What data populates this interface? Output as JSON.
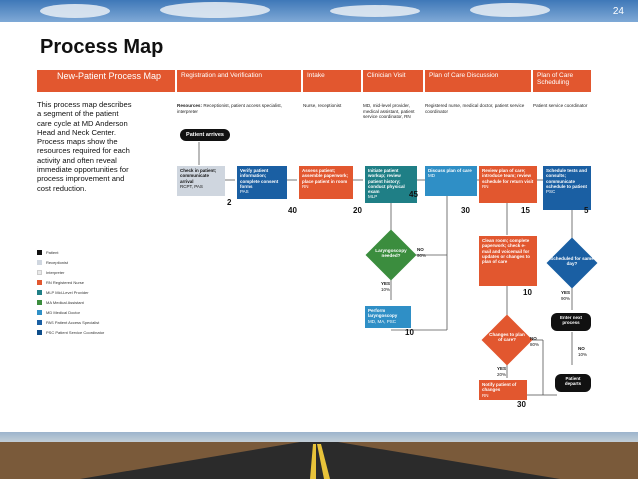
{
  "page_number": "24",
  "title": "Process Map",
  "map": {
    "header_first": "New-Patient Process Map",
    "stages": [
      {
        "label": "Registration and Verification"
      },
      {
        "label": "Intake"
      },
      {
        "label": "Clinician Visit"
      },
      {
        "label": "Plan of Care Discussion"
      },
      {
        "label": "Plan of Care Scheduling"
      }
    ],
    "resources": {
      "lead": "Resources:",
      "registration": "Receptionist, patient access specialist, interpreter",
      "intake": "Nurse, receptionist",
      "clinician": "MD, mid-level provider, medical assistant, patient service coordinator, RN",
      "discussion": "Registered nurse, medical doctor, patient service coordinator",
      "scheduling": "Patient service coordinator"
    },
    "description": "This process map describes a segment of the patient care cycle at MD Anderson Head and Neck Center. Process maps show the resources required for each activity and often reveal immediate opportunities for process improvement and cost reduction.",
    "steps": {
      "patient_arrives": "Patient arrives",
      "check_in": "Check in patient; communicate arrival",
      "check_in_res": "RCPT, PAS",
      "verify": "Verify patient information; complete consent forms",
      "verify_res": "PAS",
      "assess": "Assess patient; assemble paperwork; place patient in room",
      "assess_res": "RN",
      "initiate": "Initiate patient workup; review patient history; conduct physical exam",
      "initiate_res": "MLP",
      "discuss": "Discuss plan of care",
      "discuss_res": "MD",
      "review": "Review plan of care; introduce team; review schedule for return visit",
      "review_res": "RN",
      "schedule": "Schedule tests and consults; communicate schedule to patient",
      "schedule_res": "PSC",
      "laryngoscopy_q": "Laryngoscopy needed?",
      "perform": "Perform laryngoscopy",
      "perform_res": "MD, MA, PSC",
      "clean_room": "Clean room; complete paperwork; check e-mail and voicemail for updates or changes to plan of care",
      "changes_q": "Changes to plan of care?",
      "notify": "Notify patient of changes",
      "notify_res": "RN",
      "scheduled_q": "Scheduled for same day?",
      "enter_next": "Enter next process",
      "departs": "Patient departs"
    },
    "times": {
      "t2": "2",
      "t40": "40",
      "t20": "20",
      "t45": "45",
      "t30a": "30",
      "t15": "15",
      "t5": "5",
      "t10a": "10",
      "t10b": "10",
      "t30b": "30"
    },
    "branches": {
      "no90": "NO",
      "no90_pct": "90%",
      "yes10": "YES",
      "yes10_pct": "10%",
      "no80": "NO",
      "no80_pct": "80%",
      "yes20": "YES",
      "yes20_pct": "20%",
      "yes90": "YES",
      "yes90_pct": "90%",
      "no10": "NO",
      "no10_pct": "10%"
    },
    "legend": [
      {
        "label": "Patient",
        "color": "#111111"
      },
      {
        "label": "Receptionist",
        "color": "#cfd6df"
      },
      {
        "label": "Interpreter",
        "color": "#e8e8e8"
      },
      {
        "label": "RN Registered Nurse",
        "color": "#e2572f"
      },
      {
        "label": "MLP Mid-Level Provider",
        "color": "#1f7f86"
      },
      {
        "label": "MA Medical Assistant",
        "color": "#3b8d3e"
      },
      {
        "label": "MD Medical Doctor",
        "color": "#2f8fc6"
      },
      {
        "label": "PAS Patient Access Specialist",
        "color": "#1a5fa3"
      },
      {
        "label": "PSC Patient Service Coordinator",
        "color": "#0d4d8a"
      }
    ],
    "colors": {
      "accent": "#e2572f",
      "patient": "#111111",
      "mlp": "#1f7f86",
      "md": "#2f8fc6"
    }
  }
}
